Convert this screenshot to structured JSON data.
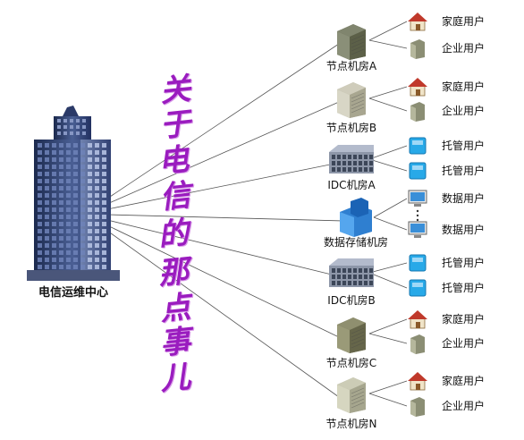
{
  "center": {
    "label": "电信运维中心"
  },
  "vertical_title": [
    "关",
    "于",
    "电",
    "信",
    "的",
    "那",
    "点",
    "事",
    "儿"
  ],
  "rooms": [
    {
      "label": "节点机房A",
      "type": "node-a",
      "users": [
        {
          "label": "家庭用户",
          "type": "home"
        },
        {
          "label": "企业用户",
          "type": "enterprise"
        }
      ]
    },
    {
      "label": "节点机房B",
      "type": "node-b",
      "users": [
        {
          "label": "家庭用户",
          "type": "home"
        },
        {
          "label": "企业用户",
          "type": "enterprise"
        }
      ]
    },
    {
      "label": "IDC机房A",
      "type": "idc",
      "users": [
        {
          "label": "托管用户",
          "type": "hosted"
        },
        {
          "label": "托管用户",
          "type": "hosted"
        }
      ]
    },
    {
      "label": "数据存储机房",
      "type": "storage",
      "users": [
        {
          "label": "数据用户",
          "type": "data"
        },
        {
          "label": "数据用户",
          "type": "data"
        }
      ]
    },
    {
      "label": "IDC机房B",
      "type": "idc",
      "users": [
        {
          "label": "托管用户",
          "type": "hosted"
        },
        {
          "label": "托管用户",
          "type": "hosted"
        }
      ]
    },
    {
      "label": "节点机房C",
      "type": "node-c",
      "users": [
        {
          "label": "家庭用户",
          "type": "home"
        },
        {
          "label": "企业用户",
          "type": "enterprise"
        }
      ]
    },
    {
      "label": "节点机房N",
      "type": "node-n",
      "users": [
        {
          "label": "家庭用户",
          "type": "home"
        },
        {
          "label": "企业用户",
          "type": "enterprise"
        }
      ]
    }
  ]
}
